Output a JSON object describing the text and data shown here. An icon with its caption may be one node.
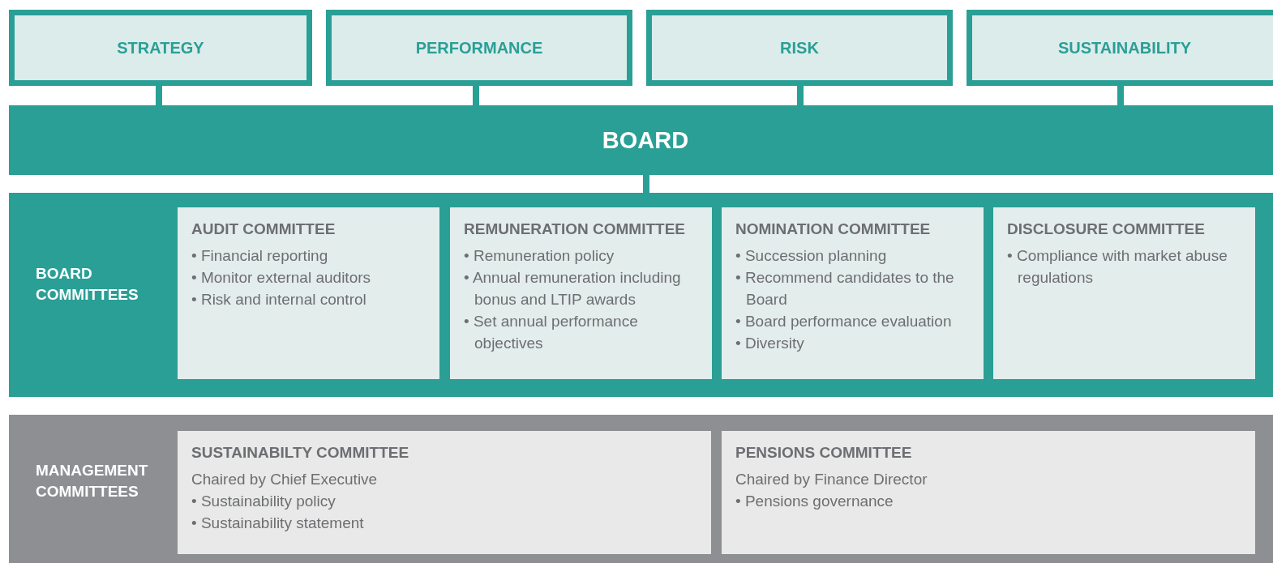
{
  "diagram": {
    "nodes": [
      {
        "text": [
          "STRATEGY"
        ]
      },
      {
        "text": [
          "PERFORMANCE"
        ]
      },
      {
        "text": [
          "RISK"
        ]
      },
      {
        "text": [
          "SUSTAINABILITY"
        ]
      },
      {
        "text": [
          "BOARD"
        ]
      },
      {
        "text": [
          "BOARD COMMITTEES"
        ]
      },
      {
        "text": [
          "AUDIT COMMITTEE",
          "• Financial reporting",
          "• Monitor external auditors",
          "• Risk and internal control"
        ],
        "in": 5
      },
      {
        "text": [
          "REMUNERATION COMMITTEE",
          "• Remuneration policy",
          "• Annual remuneration including bonus and LTIP awards",
          "• Set annual performance objectives"
        ],
        "in": 5
      },
      {
        "text": [
          "NOMINATION COMMITTEE",
          "• Succession planning",
          "• Recommend candidates to the Board",
          "• Board performance evaluation",
          "• Diversity"
        ],
        "in": 5
      },
      {
        "text": [
          "DISCLOSURE COMMITTEE",
          "• Compliance with market abuse regulations"
        ],
        "in": 5
      },
      {
        "text": [
          "MANAGEMENT COMMITTEES"
        ]
      },
      {
        "text": [
          "SUSTAINABILTY COMMITTEE",
          "Chaired by Chief Executive",
          "• Sustainability policy",
          "• Sustainability statement"
        ],
        "in": 10
      },
      {
        "text": [
          "PENSIONS COMMITTEE",
          "Chaired by Finance Director",
          "• Pensions governance"
        ],
        "in": 10
      }
    ],
    "edges": [
      {
        "from": 0,
        "to": 4,
        "arrow": "none"
      },
      {
        "from": 1,
        "to": 4,
        "arrow": "none"
      },
      {
        "from": 2,
        "to": 4,
        "arrow": "none"
      },
      {
        "from": 3,
        "to": 4,
        "arrow": "none"
      },
      {
        "from": 4,
        "to": 5,
        "arrow": "none"
      }
    ]
  }
}
